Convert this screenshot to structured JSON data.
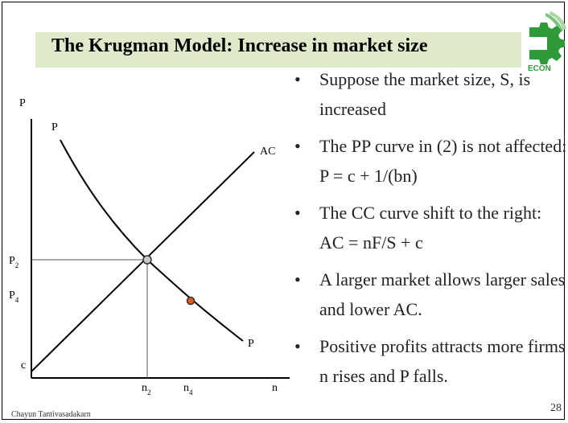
{
  "title": "The Krugman Model: Increase in market size",
  "logo": {
    "name": "econ-gear-logo",
    "text": "ECON"
  },
  "bullets": [
    "Suppose the market size, S, is increased",
    "The PP curve in (2) is not affected:  P  =   c  + 1/(bn)",
    "The CC curve shift to the right:     AC  =  nF/S +  c",
    "A larger market allows larger sales and lower AC.",
    "Positive profits attracts more firms n rises and P falls."
  ],
  "bullet_symbol": "•",
  "diagram": {
    "y_axis_label": "P",
    "x_axis_label": "n",
    "pp_label_top": "P",
    "pp_label_bottom": "P",
    "ac_label": "AC",
    "c_label": "c",
    "p2_main": "P",
    "p2_sub": "2",
    "p4_main": "P",
    "p4_sub": "4",
    "n2_main": "n",
    "n2_sub": "2",
    "n4_main": "n",
    "n4_sub": "4",
    "colors": {
      "initial_point": "#c8c8c8",
      "new_point": "#e05a1c",
      "title_bar": "#dfeacb",
      "logo_green": "#2f9a3a"
    }
  },
  "footer": "Chayun Tantivasadakarn",
  "page_number": "28"
}
